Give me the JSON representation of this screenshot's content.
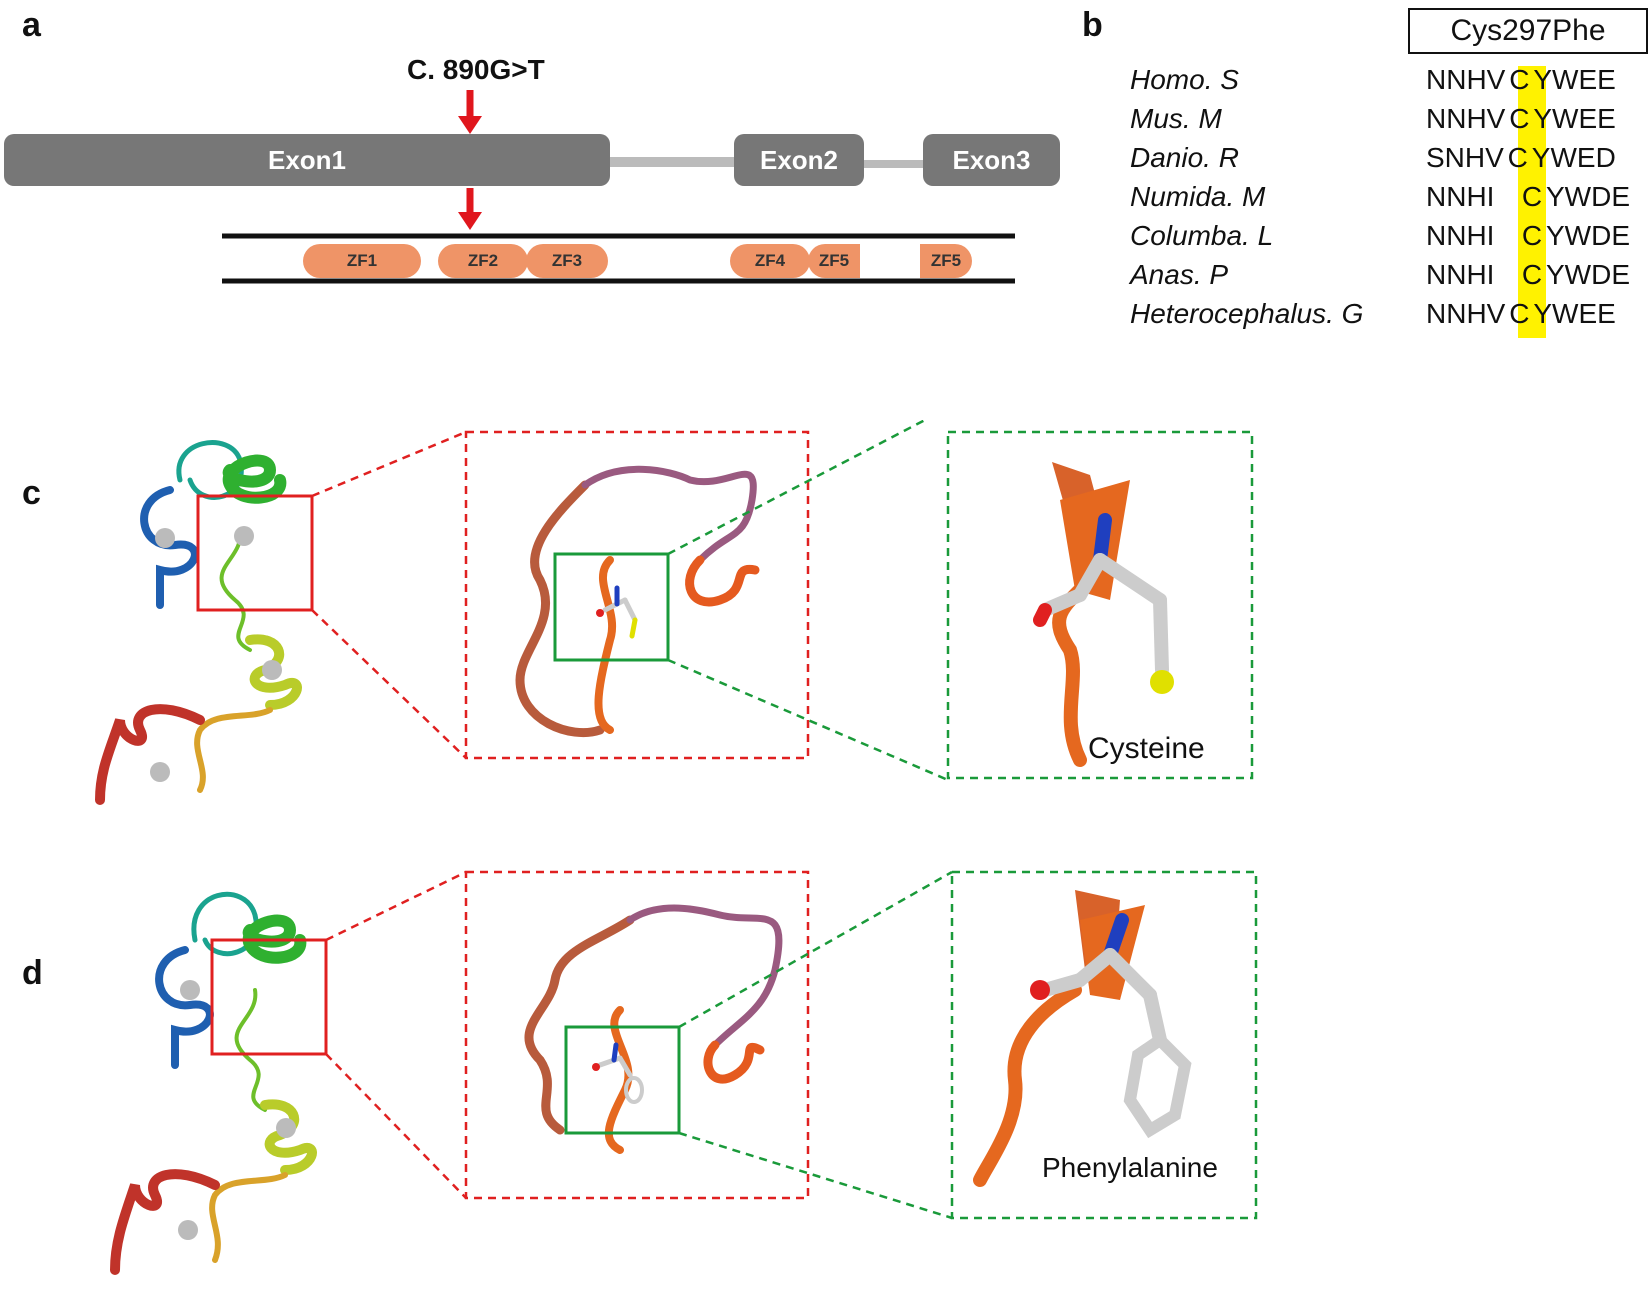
{
  "panels": {
    "a": "a",
    "b": "b",
    "c": "c",
    "d": "d"
  },
  "gene": {
    "mutation_label": "C. 890G>T",
    "exons": [
      "Exon1",
      "Exon2",
      "Exon3"
    ],
    "zinc_fingers": [
      "ZF1",
      "ZF2",
      "ZF3",
      "ZF4",
      "ZF5",
      "ZF5"
    ]
  },
  "alignment": {
    "mutation_box": "Cys297Phe",
    "highlight_color": "#fff200",
    "rows": [
      {
        "species": "Homo. S",
        "left": "NNHV",
        "mid": "C",
        "right": "YWEE"
      },
      {
        "species": "Mus. M",
        "left": "NNHV",
        "mid": "C",
        "right": "YWEE"
      },
      {
        "species": "Danio. R",
        "left": "SNHV",
        "mid": "C",
        "right": "YWED"
      },
      {
        "species": "Numida. M",
        "left": "NNHI",
        "mid": "C",
        "right": "YWDE"
      },
      {
        "species": "Columba. L",
        "left": "NNHI",
        "mid": "C",
        "right": "YWDE"
      },
      {
        "species": "Anas. P",
        "left": "NNHI",
        "mid": "C",
        "right": "YWDE"
      },
      {
        "species": "Heterocephalus. G",
        "left": "NNHV",
        "mid": "C",
        "right": "YWEE"
      }
    ]
  },
  "structures": {
    "wild_type_residue": "Cysteine",
    "mutant_residue": "Phenylalanine"
  },
  "colors": {
    "exon": "#777777",
    "zinc_finger": "#ef9467",
    "arrow": "#e0161d",
    "red_box": "#e02020",
    "green_box": "#1a9a3a"
  }
}
